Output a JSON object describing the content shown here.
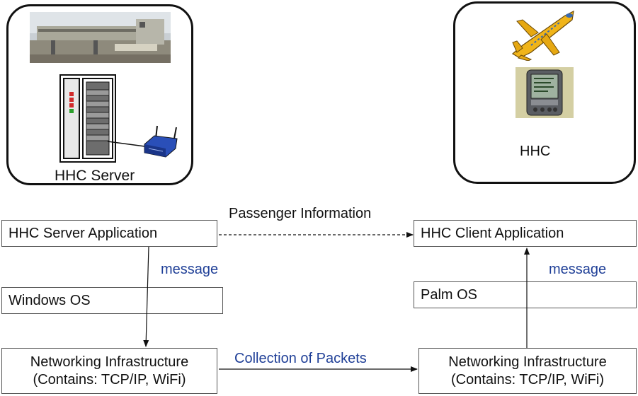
{
  "server_panel": {
    "caption": "HHC Server",
    "icons": [
      "terminal-photo",
      "server-rack-icon",
      "wireless-router-icon"
    ]
  },
  "client_panel": {
    "caption": "HHC",
    "icons": [
      "airplane-icon",
      "palm-pda-icon"
    ]
  },
  "left_stack": {
    "app": "HHC Server Application",
    "os": "Windows OS",
    "net_line1": "Networking Infrastructure",
    "net_line2": "(Contains: TCP/IP, WiFi)",
    "arrow_label": "message"
  },
  "right_stack": {
    "app": "HHC Client Application",
    "os": "Palm OS",
    "net_line1": "Networking Infrastructure",
    "net_line2": "(Contains: TCP/IP, WiFi)",
    "arrow_label": "message"
  },
  "links": {
    "top": "Passenger Information",
    "bottom": "Collection of Packets"
  },
  "colors": {
    "label_blue": "#1f3f97",
    "router_blue": "#2a4fb8",
    "plane_yellow": "#f0b419"
  }
}
